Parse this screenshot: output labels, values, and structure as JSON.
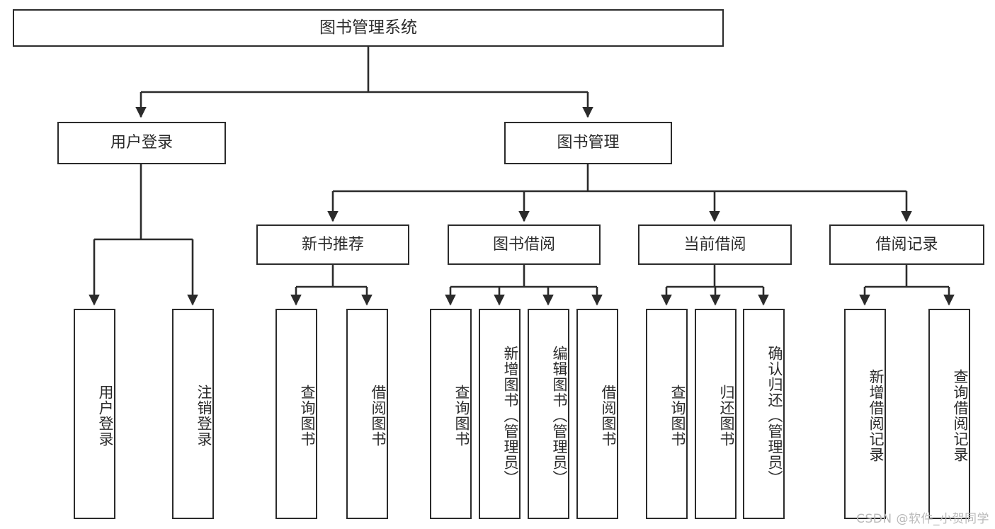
{
  "diagram": {
    "type": "tree-hierarchy",
    "title": "图书管理系统",
    "root": {
      "id": "root",
      "label": "图书管理系统"
    },
    "level2": [
      {
        "id": "user-login",
        "label": "用户登录"
      },
      {
        "id": "book-manage",
        "label": "图书管理"
      }
    ],
    "level3": [
      {
        "id": "new-book-rec",
        "label": "新书推荐",
        "parent": "book-manage"
      },
      {
        "id": "book-borrow",
        "label": "图书借阅",
        "parent": "book-manage"
      },
      {
        "id": "current-borrow",
        "label": "当前借阅",
        "parent": "book-manage"
      },
      {
        "id": "borrow-record",
        "label": "借阅记录",
        "parent": "book-manage"
      }
    ],
    "leaves": [
      {
        "id": "leaf-1",
        "label": "用户登录",
        "parent": "user-login"
      },
      {
        "id": "leaf-2",
        "label": "注销登录",
        "parent": "user-login"
      },
      {
        "id": "leaf-3",
        "label": "查询图书",
        "parent": "new-book-rec"
      },
      {
        "id": "leaf-4",
        "label": "借阅图书",
        "parent": "new-book-rec"
      },
      {
        "id": "leaf-5",
        "label": "查询图书",
        "parent": "book-borrow"
      },
      {
        "id": "leaf-6",
        "label": "新增图书（管理员）",
        "parent": "book-borrow"
      },
      {
        "id": "leaf-7",
        "label": "编辑图书（管理员）",
        "parent": "book-borrow"
      },
      {
        "id": "leaf-8",
        "label": "借阅图书",
        "parent": "book-borrow"
      },
      {
        "id": "leaf-9",
        "label": "查询图书",
        "parent": "current-borrow"
      },
      {
        "id": "leaf-10",
        "label": "归还图书",
        "parent": "current-borrow"
      },
      {
        "id": "leaf-11",
        "label": "确认归还（管理员）",
        "parent": "current-borrow"
      },
      {
        "id": "leaf-12",
        "label": "新增借阅记录",
        "parent": "borrow-record"
      },
      {
        "id": "leaf-13",
        "label": "查询借阅记录",
        "parent": "borrow-record"
      }
    ],
    "watermark": "CSDN @软件_小贺同学",
    "colors": {
      "stroke": "#2b2b2b",
      "fill": "#ffffff",
      "text": "#2b2b2b",
      "watermark": "#b9b9b9"
    }
  }
}
